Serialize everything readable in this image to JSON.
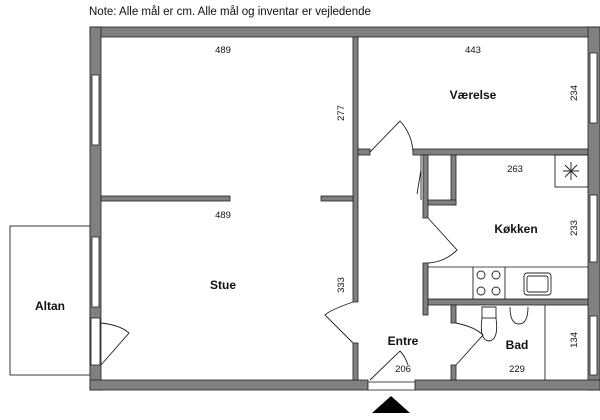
{
  "note": "Note: Alle mål er cm. Alle mål og inventar er vejledende",
  "rooms": {
    "vaerelse": "Værelse",
    "stue": "Stue",
    "kokken": "Køkken",
    "entre": "Entre",
    "bad": "Bad",
    "altan": "Altan"
  },
  "dimensions": {
    "stue_top_width": "489",
    "stue_width": "489",
    "vaerelse_width": "443",
    "vaerelse_depth": "234",
    "upper_depth": "277",
    "stue_depth": "333",
    "kokken_width": "263",
    "kokken_depth": "233",
    "bad_depth": "134",
    "entre_width": "206",
    "bad_width": "229"
  },
  "colors": {
    "wall": "#808080",
    "line": "#222222"
  }
}
